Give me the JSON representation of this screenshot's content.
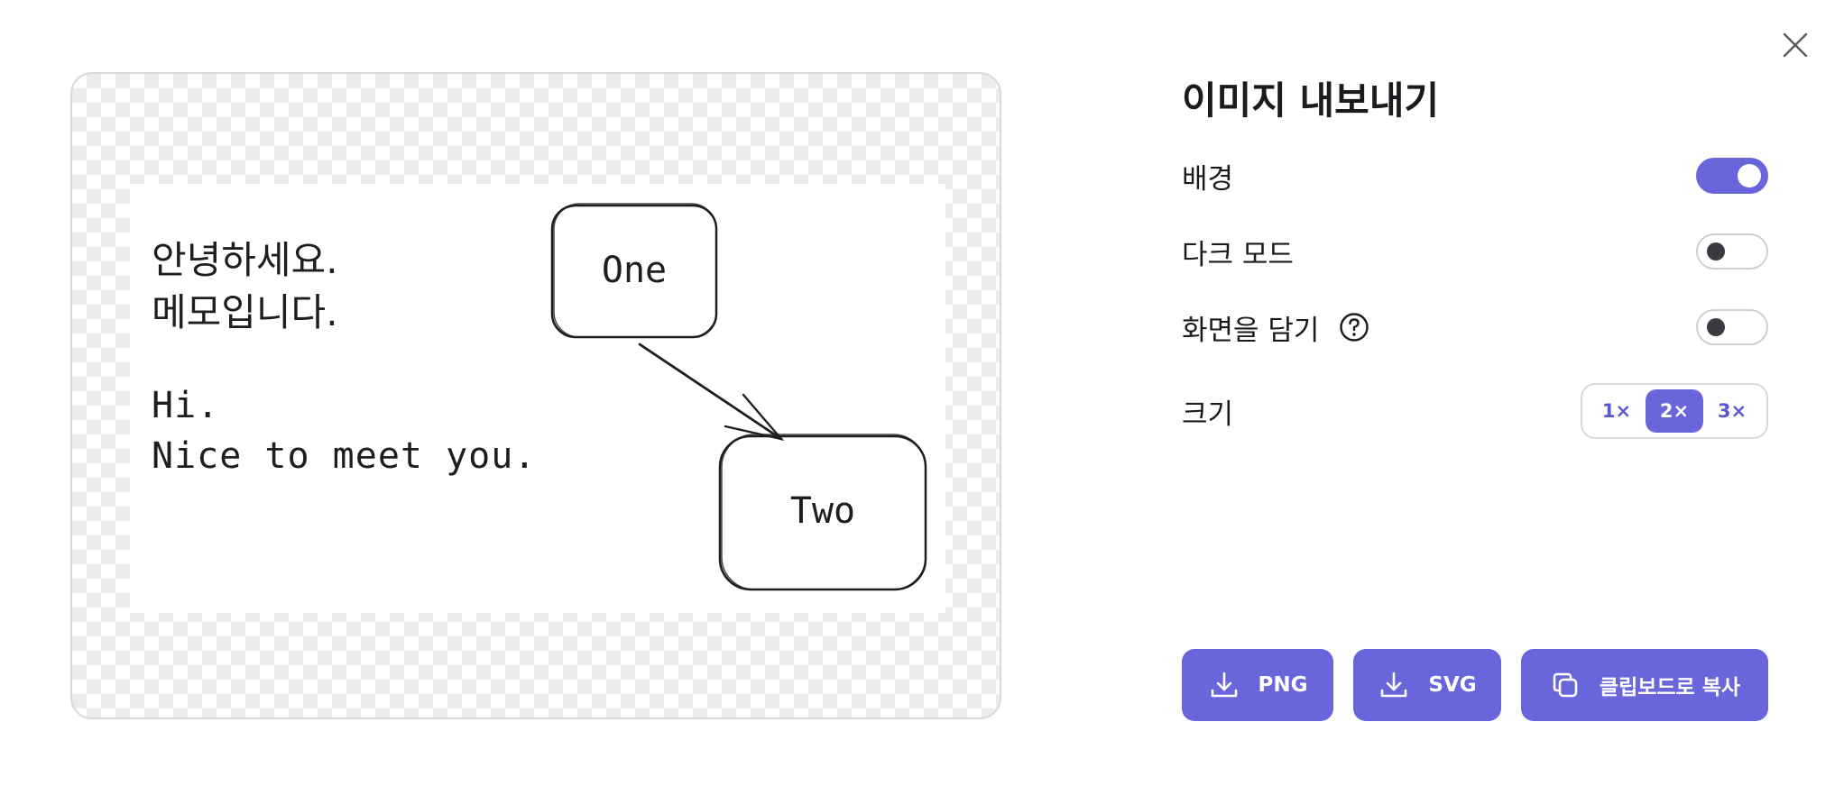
{
  "dialog": {
    "title": "이미지 내보내기"
  },
  "preview": {
    "note_lines_kr": [
      "안녕하세요.",
      "메모입니다."
    ],
    "note_lines_en": [
      "Hi.",
      "Nice to meet you."
    ],
    "boxes": [
      {
        "label": "One"
      },
      {
        "label": "Two"
      }
    ]
  },
  "options": {
    "background": {
      "label": "배경",
      "enabled": true
    },
    "dark_mode": {
      "label": "다크 모드",
      "enabled": false
    },
    "embed_scene": {
      "label": "화면을 담기",
      "enabled": false
    },
    "scale": {
      "label": "크기",
      "choices": [
        "1×",
        "2×",
        "3×"
      ],
      "selected": "2×"
    }
  },
  "actions": {
    "png_label": "PNG",
    "svg_label": "SVG",
    "copy_label": "클립보드로 복사"
  },
  "colors": {
    "accent": "#6965db",
    "border": "#d9d9de"
  },
  "icons": {
    "close": "close-icon",
    "help": "help-circle-icon",
    "download": "download-icon",
    "copy": "copy-icon"
  }
}
